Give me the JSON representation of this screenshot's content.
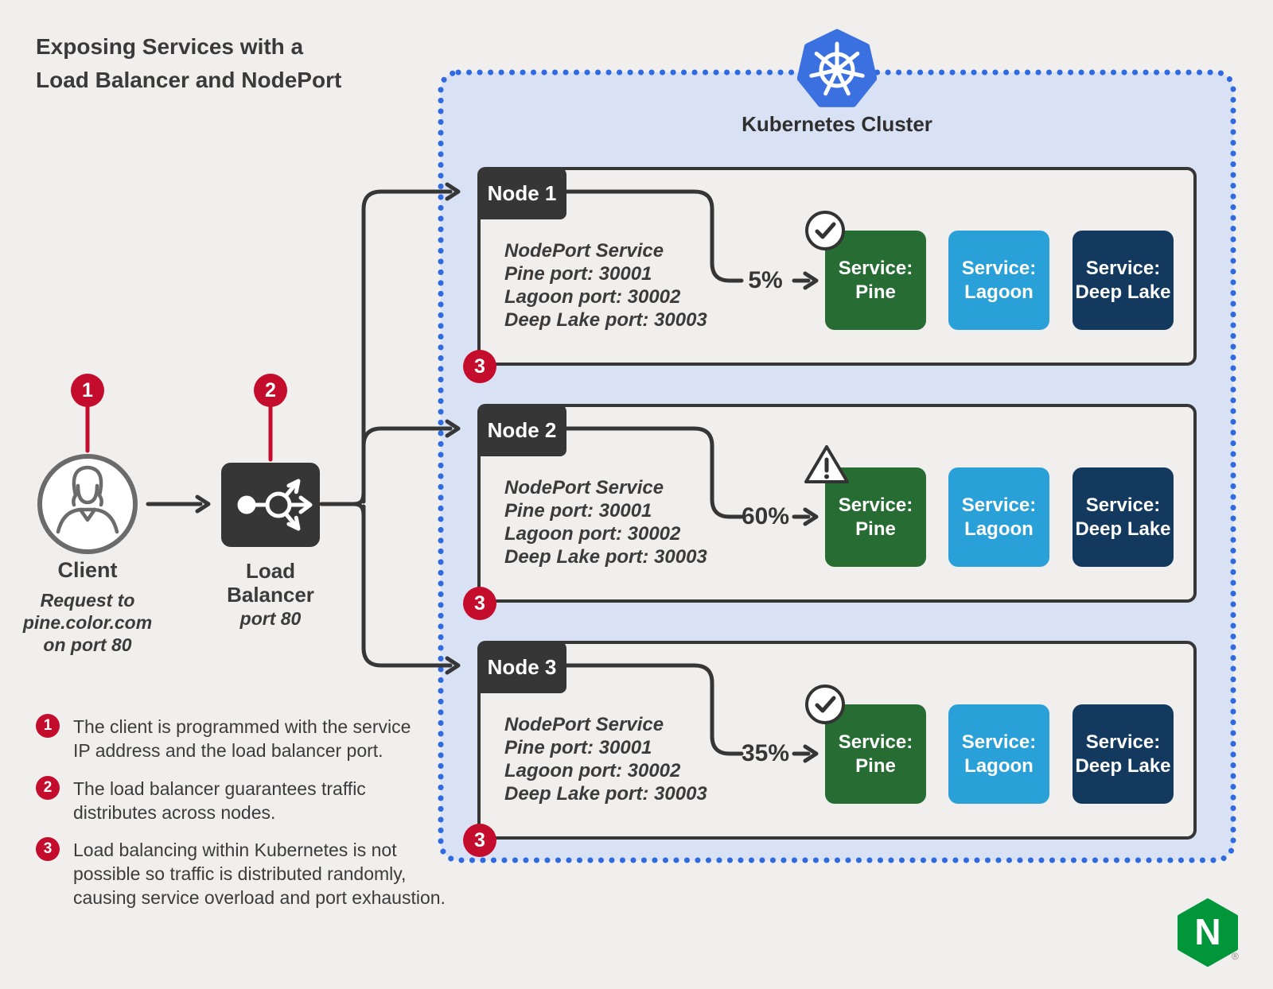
{
  "title": {
    "line1": "Exposing Services with a",
    "line2": "Load Balancer and NodePort"
  },
  "cluster": {
    "label": "Kubernetes Cluster"
  },
  "client": {
    "badge": "1",
    "label": "Client",
    "note_lines": [
      "Request to",
      "pine.color.com",
      "on port 80"
    ]
  },
  "load_balancer": {
    "badge": "2",
    "label_line1": "Load",
    "label_line2": "Balancer",
    "note": "port 80"
  },
  "services": [
    {
      "line1": "Service:",
      "line2": "Pine",
      "color": "#266c33"
    },
    {
      "line1": "Service:",
      "line2": "Lagoon",
      "color": "#2aa0d8"
    },
    {
      "line1": "Service:",
      "line2": "Deep Lake",
      "color": "#13395e"
    }
  ],
  "nodes": [
    {
      "name": "Node 1",
      "badge": "3",
      "traffic": "5%",
      "status": "ok",
      "port_lines": [
        "NodePort Service",
        "Pine port: 30001",
        "Lagoon port: 30002",
        "Deep Lake port: 30003"
      ]
    },
    {
      "name": "Node 2",
      "badge": "3",
      "traffic": "60%",
      "status": "warning",
      "port_lines": [
        "NodePort Service",
        "Pine port: 30001",
        "Lagoon port: 30002",
        "Deep Lake port: 30003"
      ]
    },
    {
      "name": "Node 3",
      "badge": "3",
      "traffic": "35%",
      "status": "ok",
      "port_lines": [
        "NodePort Service",
        "Pine port: 30001",
        "Lagoon port: 30002",
        "Deep Lake port: 30003"
      ]
    }
  ],
  "legend": [
    {
      "badge": "1",
      "lines": [
        "The client is programmed with the service",
        "IP address and the load balancer port."
      ]
    },
    {
      "badge": "2",
      "lines": [
        "The load balancer guarantees traffic",
        "distributes across nodes."
      ]
    },
    {
      "badge": "3",
      "lines": [
        "Load balancing within Kubernetes is not",
        "possible so traffic is distributed randomly,",
        "causing service overload and port exhaustion."
      ]
    }
  ],
  "footer": {
    "brand": "N",
    "registered": "®"
  },
  "colors": {
    "background": "#f0efee",
    "dark": "#363636",
    "red_badge": "#c40d2d",
    "cluster_fill": "#d9e1f5",
    "cluster_border": "#2f6ae0",
    "kubernetes_blue": "#3b70e0",
    "pine_green": "#266c33",
    "lagoon_blue": "#2aa0d8",
    "deep_lake_navy": "#13395e",
    "nginx_green": "#009639"
  }
}
